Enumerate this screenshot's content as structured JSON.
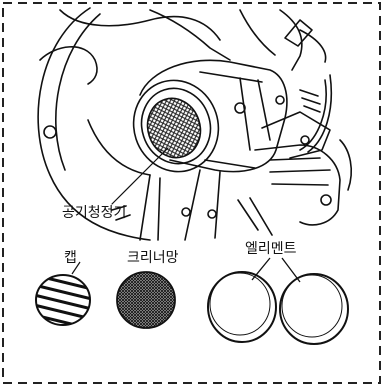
{
  "labels": {
    "air_cleaner": "공기청정기",
    "cap": "캡",
    "cleaner_mesh": "크리너망",
    "element": "엘리멘트"
  },
  "colors": {
    "ink": "#111111",
    "background": "#ffffff"
  }
}
